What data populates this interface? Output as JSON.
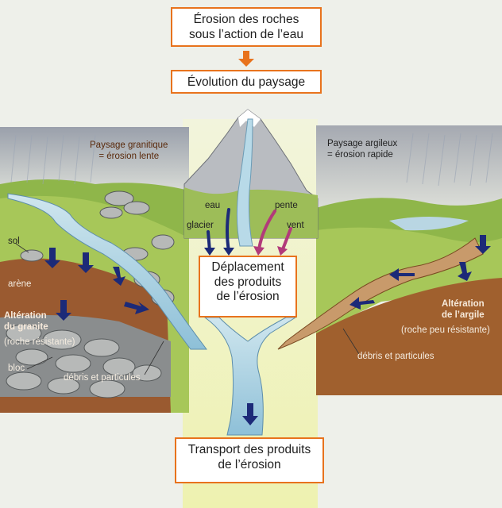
{
  "boxes": {
    "erosion_line1": "Érosion des roches",
    "erosion_line2": "sous l’action de l’eau",
    "evolution": "Évolution du paysage",
    "deplacement_line1": "Déplacement",
    "deplacement_line2": "des produits",
    "deplacement_line3": "de l’érosion",
    "transport_line1": "Transport des produits",
    "transport_line2": "de l’érosion"
  },
  "left": {
    "title_line1": "Paysage granitique",
    "title_line2": "= érosion lente",
    "sol": "sol",
    "arene": "arène",
    "alteration_line1": "Altération",
    "alteration_line2": "du granite",
    "resistant": "(roche résistante)",
    "bloc": "bloc",
    "debris": "débris et particules"
  },
  "middle": {
    "eau": "eau",
    "glacier": "glacier",
    "pente": "pente",
    "vent": "vent"
  },
  "right": {
    "title_line1": "Paysage argileux",
    "title_line2": "= érosion rapide",
    "alteration_line1": "Altération",
    "alteration_line2": "de l’argile",
    "peu_resistante": "(roche peu résistante)",
    "debris": "débris et particules"
  },
  "colors": {
    "box_border": "#e8731d",
    "water_arrow": "#1c2a78",
    "wind_arrow": "#b23a7a",
    "flow_arrow": "#e8731d"
  }
}
